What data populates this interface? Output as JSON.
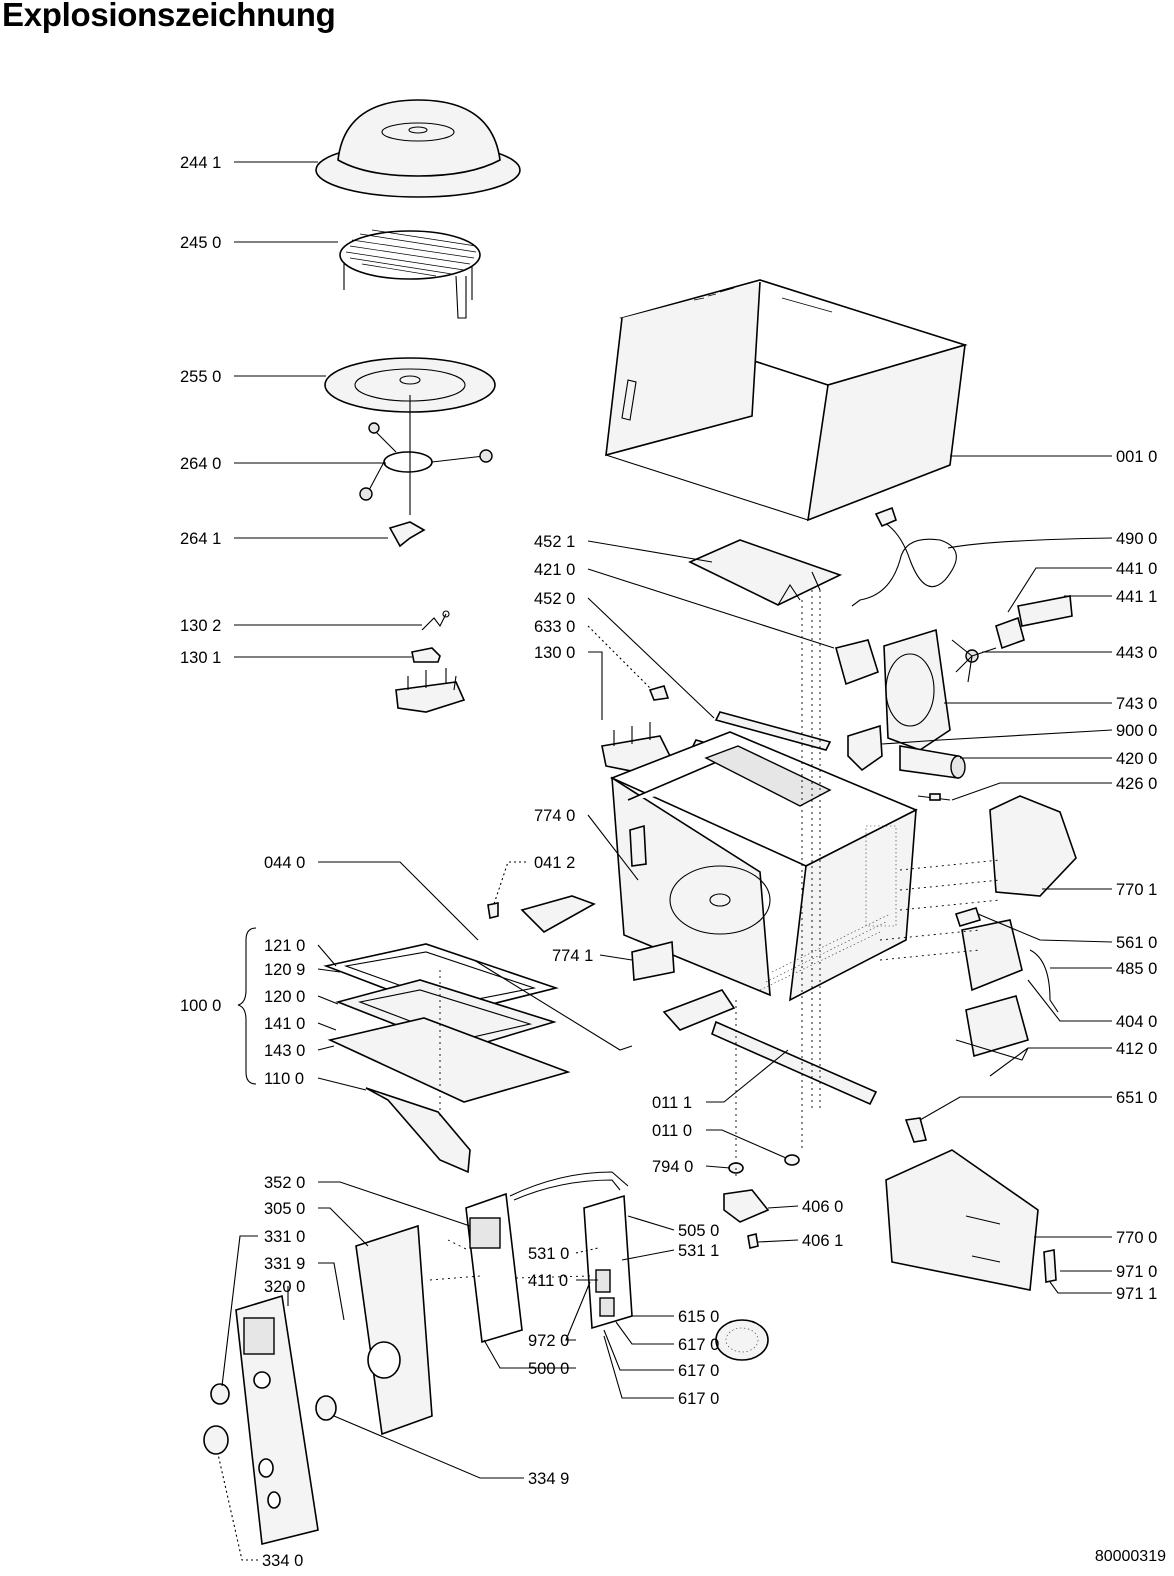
{
  "title": "Explosionszeichnung",
  "document_number": "80000319",
  "bracket_group": "100 0",
  "parts": [
    "244 1",
    "245 0",
    "255 0",
    "264 0",
    "264 1",
    "130 2",
    "130 1",
    "001 0",
    "452 1",
    "421 0",
    "452 0",
    "633 0",
    "130 0",
    "490 0",
    "441 0",
    "441 1",
    "443 0",
    "743 0",
    "900 0",
    "420 0",
    "426 0",
    "774 0",
    "041 2",
    "044 0",
    "121 0",
    "120 9",
    "120 0",
    "141 0",
    "143 0",
    "110 0",
    "774 1",
    "770 1",
    "561 0",
    "485 0",
    "404 0",
    "412 0",
    "011 1",
    "651 0",
    "011 0",
    "794 0",
    "406 0",
    "406 1",
    "352 0",
    "505 0",
    "305 0",
    "531 0",
    "531 1",
    "331 0",
    "411 0",
    "331 9",
    "320 0",
    "615 0",
    "617 0",
    "972 0",
    "500 0",
    "770 0",
    "971 0",
    "971 1",
    "334 9",
    "334 0"
  ]
}
